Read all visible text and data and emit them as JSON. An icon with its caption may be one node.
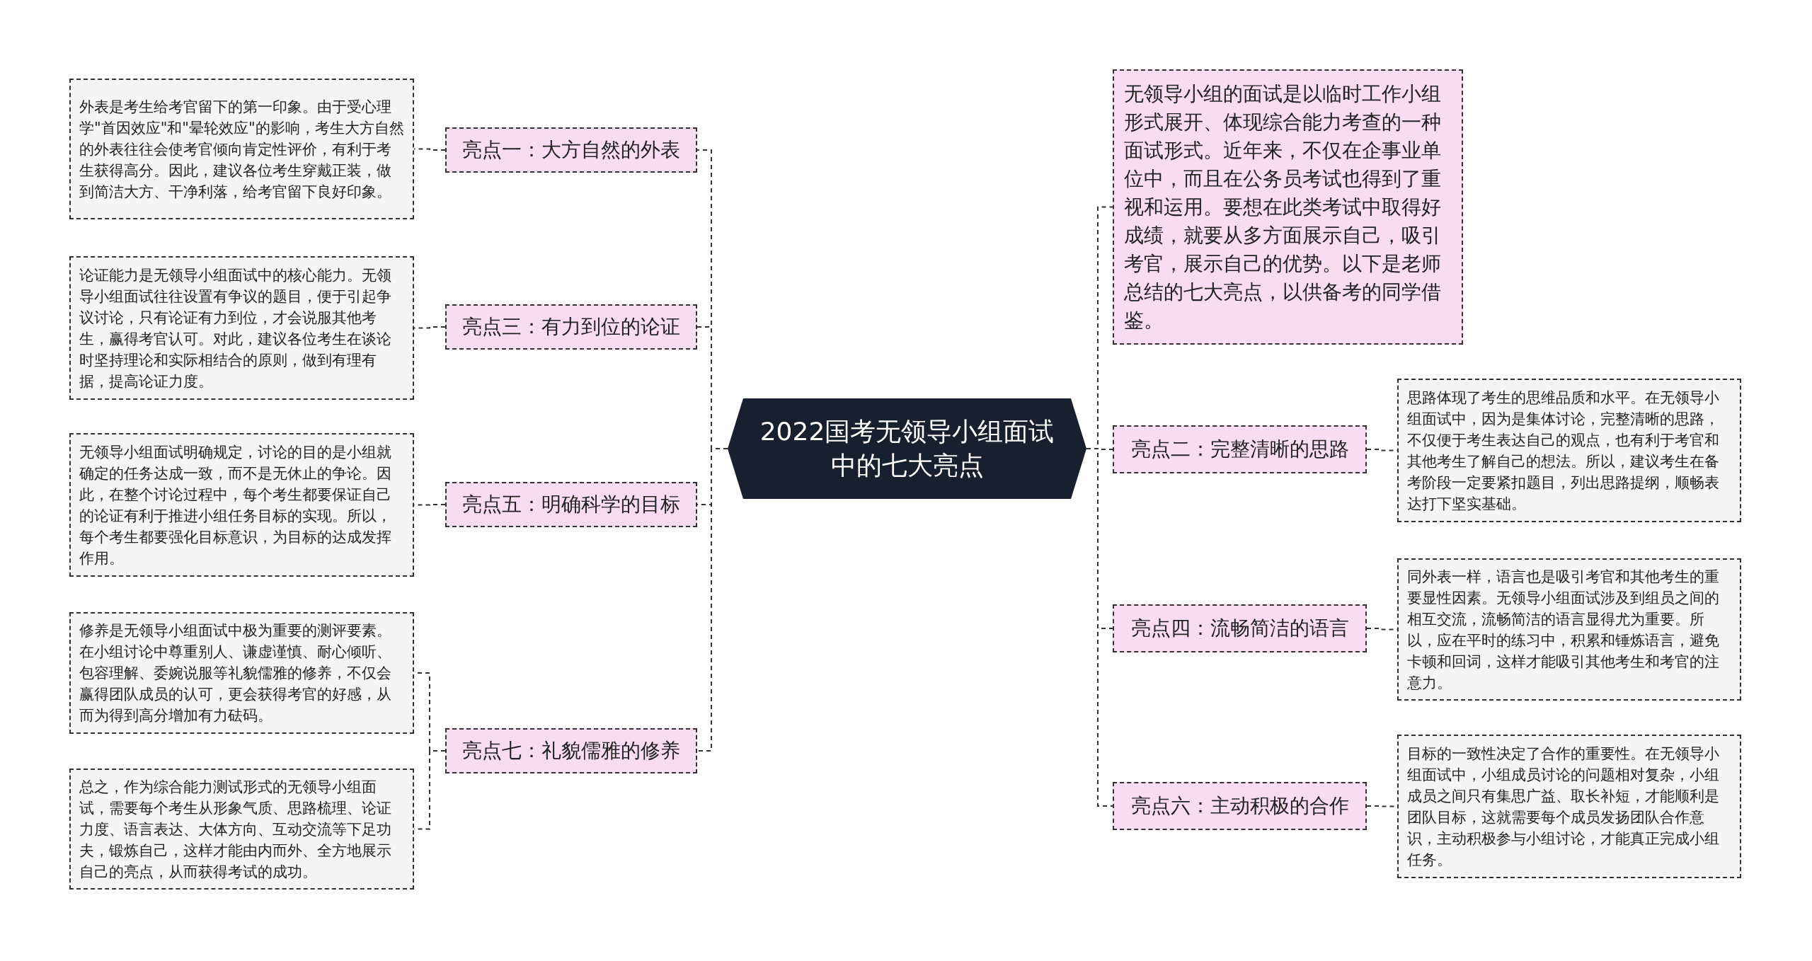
{
  "diagram": {
    "nodes": [
      {
        "text": [
          "2022国考无领导小组面试中的七大亮点"
        ]
      },
      {
        "text": [
          "亮点一：大方自然的外表"
        ]
      },
      {
        "text": [
          "外表是考生给考官留下的第一印象。由于受心理学\"首因效应\"和\"晕轮效应\"的影响，考生大方自然的外表往往会使考官倾向肯定性评价，有利于考生获得高分。因此，建议各位考生穿戴正装，做到简洁大方、干净利落，给考官留下良好印象。"
        ]
      },
      {
        "text": [
          "亮点三：有力到位的论证"
        ]
      },
      {
        "text": [
          "论证能力是无领导小组面试中的核心能力。无领导小组面试往往设置有争议的题目，便于引起争议讨论，只有论证有力到位，才会说服其他考生，赢得考官认可。对此，建议各位考生在谈论时坚持理论和实际相结合的原则，做到有理有据，提高论证力度。"
        ]
      },
      {
        "text": [
          "亮点五：明确科学的目标"
        ]
      },
      {
        "text": [
          "无领导小组面试明确规定，讨论的目的是小组就确定的任务达成一致，而不是无休止的争论。因此，在整个讨论过程中，每个考生都要保证自己的论证有利于推进小组任务目标的实现。所以，每个考生都要强化目标意识，为目标的达成发挥作用。"
        ]
      },
      {
        "text": [
          "亮点七：礼貌儒雅的修养"
        ]
      },
      {
        "text": [
          "修养是无领导小组面试中极为重要的测评要素。在小组讨论中尊重别人、谦虚谨慎、耐心倾听、包容理解、委婉说服等礼貌儒雅的修养，不仅会赢得团队成员的认可，更会获得考官的好感，从而为得到高分增加有力砝码。"
        ]
      },
      {
        "text": [
          "总之，作为综合能力测试形式的无领导小组面试，需要每个考生从形象气质、思路梳理、论证力度、语言表达、大体方向、互动交流等下足功夫，锻炼自己，这样才能由内而外、全方地展示自己的亮点，从而获得考试的成功。"
        ]
      },
      {
        "text": [
          "无领导小组的面试是以临时工作小组形式展开、体现综合能力考查的一种面试形式。近年来，不仅在企事业单位中，而且在公务员考试也得到了重视和运用。要想在此类考试中取得好成绩，就要从多方面展示自己，吸引考官，展示自己的优势。以下是老师总结的七大亮点，以供备考的同学借鉴。"
        ]
      },
      {
        "text": [
          "亮点二：完整清晰的思路"
        ]
      },
      {
        "text": [
          "思路体现了考生的思维品质和水平。在无领导小组面试中，因为是集体讨论，完整清晰的思路，不仅便于考生表达自己的观点，也有利于考官和其他考生了解自己的想法。所以，建议考生在备考阶段一定要紧扣题目，列出思路提纲，顺畅表达打下坚实基础。"
        ]
      },
      {
        "text": [
          "亮点四：流畅简洁的语言"
        ]
      },
      {
        "text": [
          "同外表一样，语言也是吸引考官和其他考生的重要显性因素。无领导小组面试涉及到组员之间的相互交流，流畅简洁的语言显得尤为重要。所以，应在平时的练习中，积累和锤炼语言，避免卡顿和回词，这样才能吸引其他考生和考官的注意力。"
        ]
      },
      {
        "text": [
          "亮点六：主动积极的合作"
        ]
      },
      {
        "text": [
          "目标的一致性决定了合作的重要性。在无领导小组面试中，小组成员讨论的问题相对复杂，小组成员之间只有集思广益、取长补短，才能顺利是团队目标，这就需要每个成员发扬团队合作意识，主动积极参与小组讨论，才能真正完成小组任务。"
        ]
      }
    ],
    "edges": [
      {
        "from": 0,
        "to": 1,
        "arrow": "none"
      },
      {
        "from": 1,
        "to": 2,
        "arrow": "none"
      },
      {
        "from": 0,
        "to": 3,
        "arrow": "none"
      },
      {
        "from": 3,
        "to": 4,
        "arrow": "none"
      },
      {
        "from": 0,
        "to": 5,
        "arrow": "none"
      },
      {
        "from": 5,
        "to": 6,
        "arrow": "none"
      },
      {
        "from": 0,
        "to": 7,
        "arrow": "none"
      },
      {
        "from": 7,
        "to": 8,
        "arrow": "none"
      },
      {
        "from": 7,
        "to": 9,
        "arrow": "none"
      },
      {
        "from": 0,
        "to": 10,
        "arrow": "none"
      },
      {
        "from": 0,
        "to": 11,
        "arrow": "none"
      },
      {
        "from": 11,
        "to": 12,
        "arrow": "none"
      },
      {
        "from": 0,
        "to": 13,
        "arrow": "none"
      },
      {
        "from": 13,
        "to": 14,
        "arrow": "none"
      },
      {
        "from": 0,
        "to": 15,
        "arrow": "none"
      },
      {
        "from": 15,
        "to": 16,
        "arrow": "none"
      }
    ]
  }
}
